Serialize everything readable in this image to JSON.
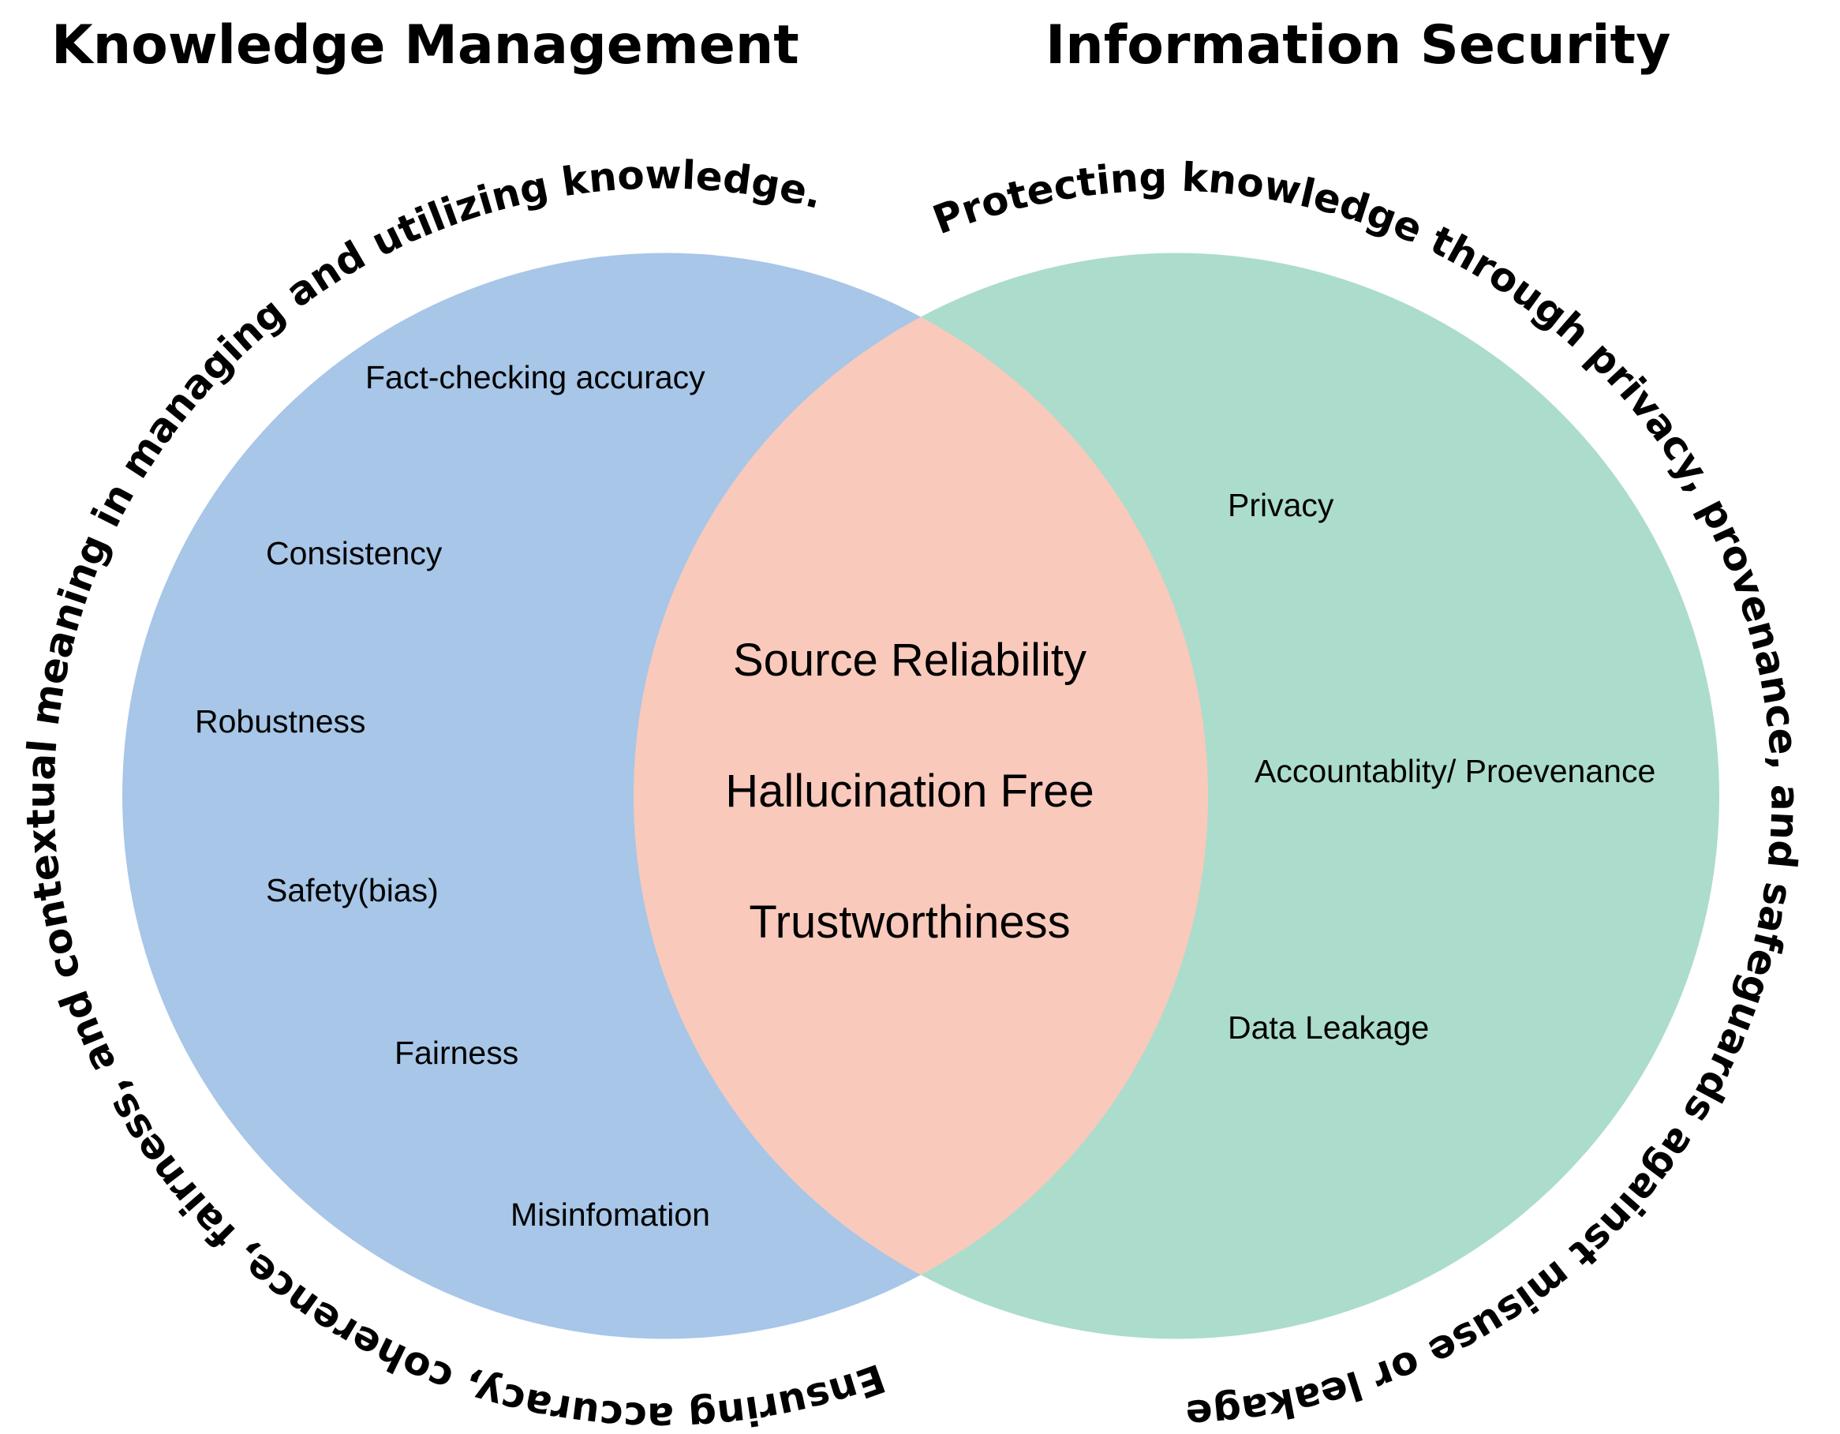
{
  "colors": {
    "left_circle": "#a7c6e8",
    "right_circle": "#acdccc",
    "overlap": "#f9c9bb",
    "text": "#000000"
  },
  "titles": {
    "left": "Knowledge Management",
    "right": "Information Security"
  },
  "arc_captions": {
    "left": "Ensuring accuracy, coherence, fairness, and contextual meaning in managing and utilizing knowledge.",
    "right": "Protecting knowledge through privacy, provenance, and safeguards against misuse or leakage"
  },
  "left_items": [
    "Fact-checking accuracy",
    "Consistency",
    "Robustness",
    "Safety(bias)",
    "Fairness",
    "Misinfomation"
  ],
  "center_items": [
    "Source Reliability",
    "Hallucination Free",
    "Trustworthiness"
  ],
  "right_items": [
    "Privacy",
    "Accountablity/ Proevenance",
    "Data Leakage"
  ]
}
